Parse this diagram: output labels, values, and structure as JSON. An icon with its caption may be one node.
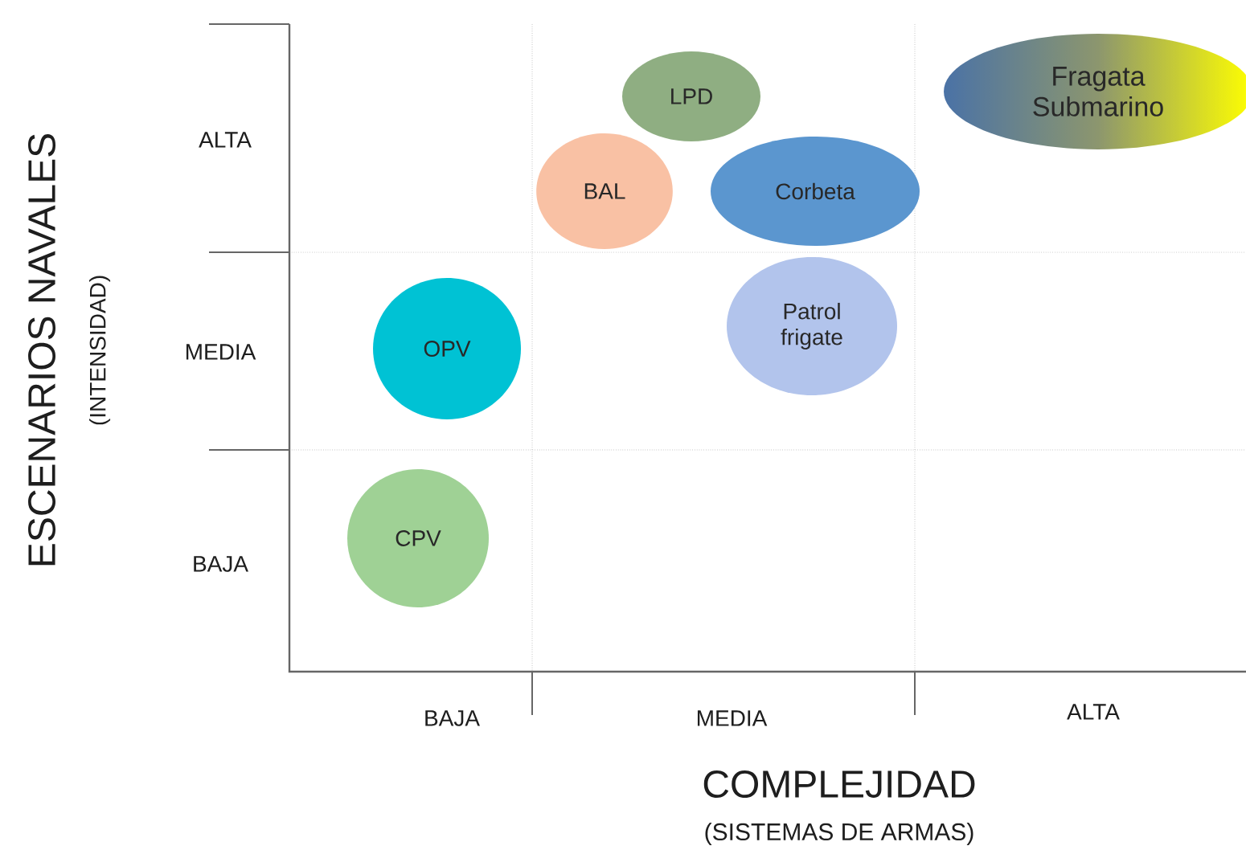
{
  "diagram": {
    "nodes": [
      {
        "text": [
          "LPD"
        ]
      },
      {
        "text": [
          "Fragata Submarino"
        ]
      },
      {
        "text": [
          "BAL"
        ]
      },
      {
        "text": [
          "Corbeta"
        ]
      },
      {
        "text": [
          "OPV"
        ]
      },
      {
        "text": [
          "Patrol frigate"
        ]
      },
      {
        "text": [
          "CPV"
        ]
      }
    ],
    "labels": [
      "ESCENARIOS NAVALES",
      "(INTENSIDAD)",
      "ALTA",
      "MEDIA",
      "BAJA",
      "BAJA",
      "MEDIA",
      "ALTA",
      "COMPLEJIDAD",
      "(SISTEMAS DE ARMAS)"
    ]
  }
}
